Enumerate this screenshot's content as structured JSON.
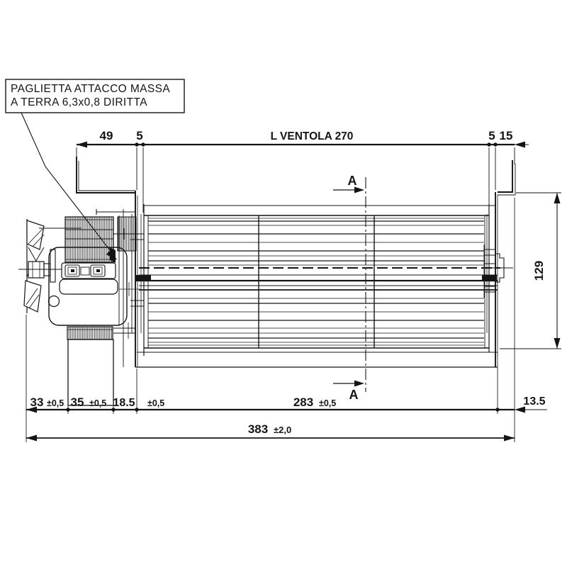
{
  "colors": {
    "line": "#141414",
    "background": "#ffffff"
  },
  "callout": {
    "line1": "PAGLIETTA ATTACCO MASSA",
    "line2": "A TERRA 6,3x0,8 DIRITTA"
  },
  "dims": {
    "top": {
      "d49": "49",
      "d5_left": "5",
      "ventola": "L VENTOLA 270",
      "d5_right": "5",
      "d15": "15"
    },
    "right": {
      "d129": "129"
    },
    "bottom": {
      "d33": "33",
      "d33_tol": "±0,5",
      "d35": "35",
      "d35_tol": "±0,5",
      "d185": "18.5",
      "d185_tol": "±0,5",
      "d283": "283",
      "d283_tol": "±0,5",
      "d135": "13.5",
      "d383": "383",
      "d383_tol": "±2,0"
    },
    "section": {
      "top": "A",
      "bottom": "A"
    }
  }
}
